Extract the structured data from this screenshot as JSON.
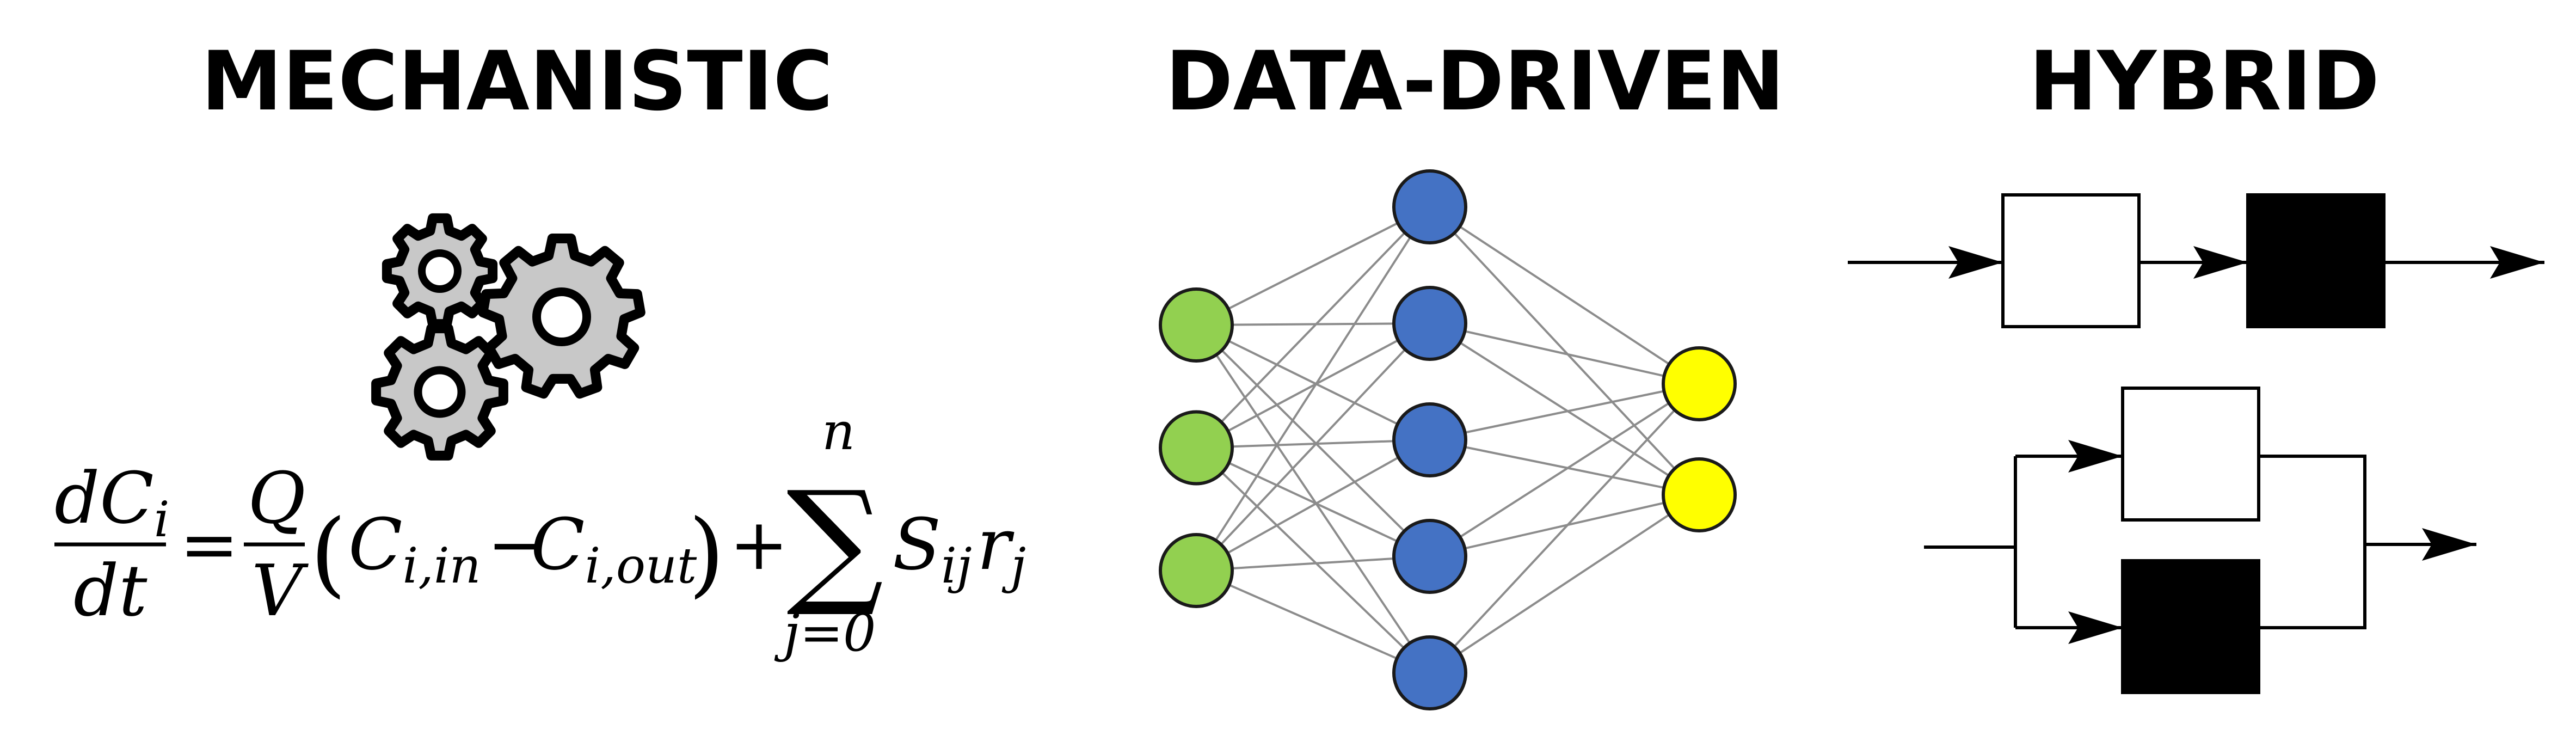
{
  "headings": {
    "mechanistic": "MECHANISTIC",
    "data_driven": "DATA-DRIVEN",
    "hybrid": "HYBRID"
  },
  "equation": {
    "lhs_numerator": "dC",
    "lhs_numerator_sub": "i",
    "lhs_denominator": "dt",
    "equals": "=",
    "ratio_numerator": "Q",
    "ratio_denominator": "V",
    "open_paren": "(",
    "term1": "C",
    "term1_sub": "i,in",
    "minus": "−",
    "term2": "C",
    "term2_sub": "i,out",
    "close_paren": ")",
    "plus": "+",
    "sum_symbol": "∑",
    "sum_upper": "n",
    "sum_lower": "j=0",
    "summand_s": "S",
    "summand_s_sub": "ij",
    "summand_r": "r",
    "summand_r_sub": "j"
  },
  "icons": {
    "mechanistic": "gears-icon",
    "data_driven": "neural-network-icon",
    "hybrid": "hybrid-block-diagram-icon"
  },
  "colors": {
    "input_node": "#92d050",
    "hidden_node": "#4472c4",
    "output_node": "#ffff00",
    "gear_fill": "#c8c8c8",
    "edge": "#8c8c8c",
    "white_box": "#ffffff",
    "black_box": "#000000"
  },
  "network": {
    "input_nodes": 3,
    "hidden_nodes": 5,
    "output_nodes": 2
  }
}
